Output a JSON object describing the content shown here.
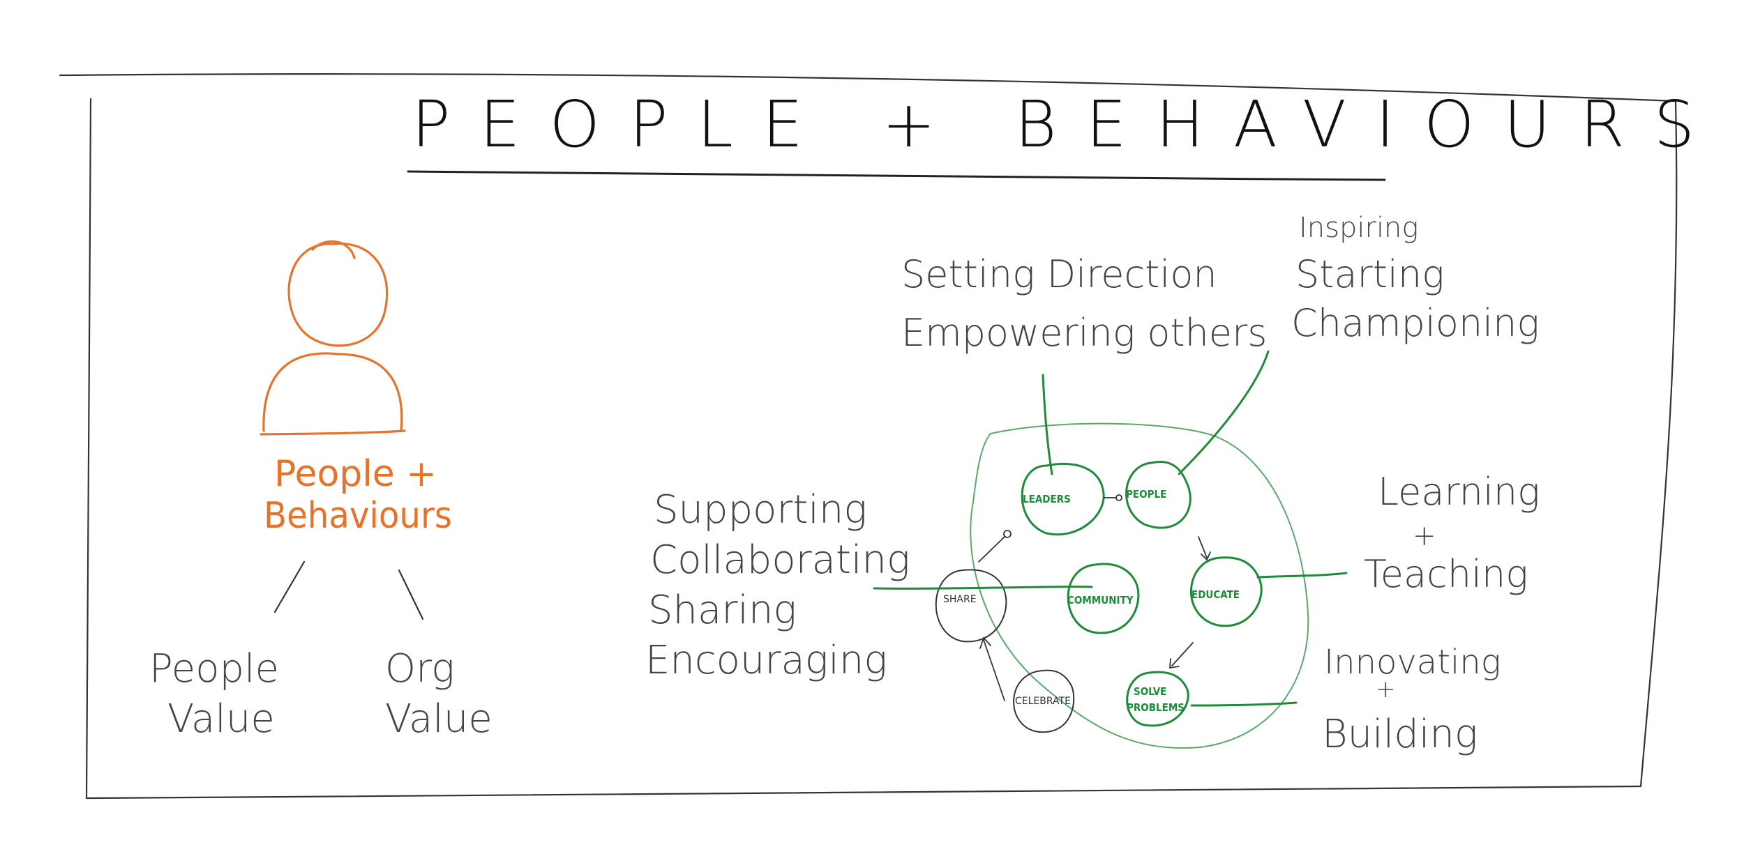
{
  "title": "PEOPLE + BEHAVIOURS",
  "person": {
    "label_line1": "People +",
    "label_line2": "Behaviours",
    "color": "#e5742a"
  },
  "branches": {
    "left_line1": "People",
    "left_line2": "Value",
    "right_line1": "Org",
    "right_line2": "Value"
  },
  "nodes": {
    "leaders": "LEADERS",
    "people": "PEOPLE",
    "educate": "EDUCATE",
    "community": "COMMUNITY",
    "solve_line1": "SOLVE",
    "solve_line2": "PROBLEMS",
    "share": "SHARE",
    "celebrate": "CELEBRATE",
    "color": "#1f8a3a"
  },
  "notes": {
    "leaders_1": "Setting Direction",
    "leaders_2": "Empowering others",
    "people_1": "Inspiring",
    "people_2": "Starting",
    "people_3": "Championing",
    "community_1": "Supporting",
    "community_2": "Collaborating",
    "community_3": "Sharing",
    "community_4": "Encouraging",
    "educate_1": "Learning",
    "educate_2": "+",
    "educate_3": "Teaching",
    "solve_1": "Innovating",
    "solve_2": "+",
    "solve_3": "Building"
  }
}
